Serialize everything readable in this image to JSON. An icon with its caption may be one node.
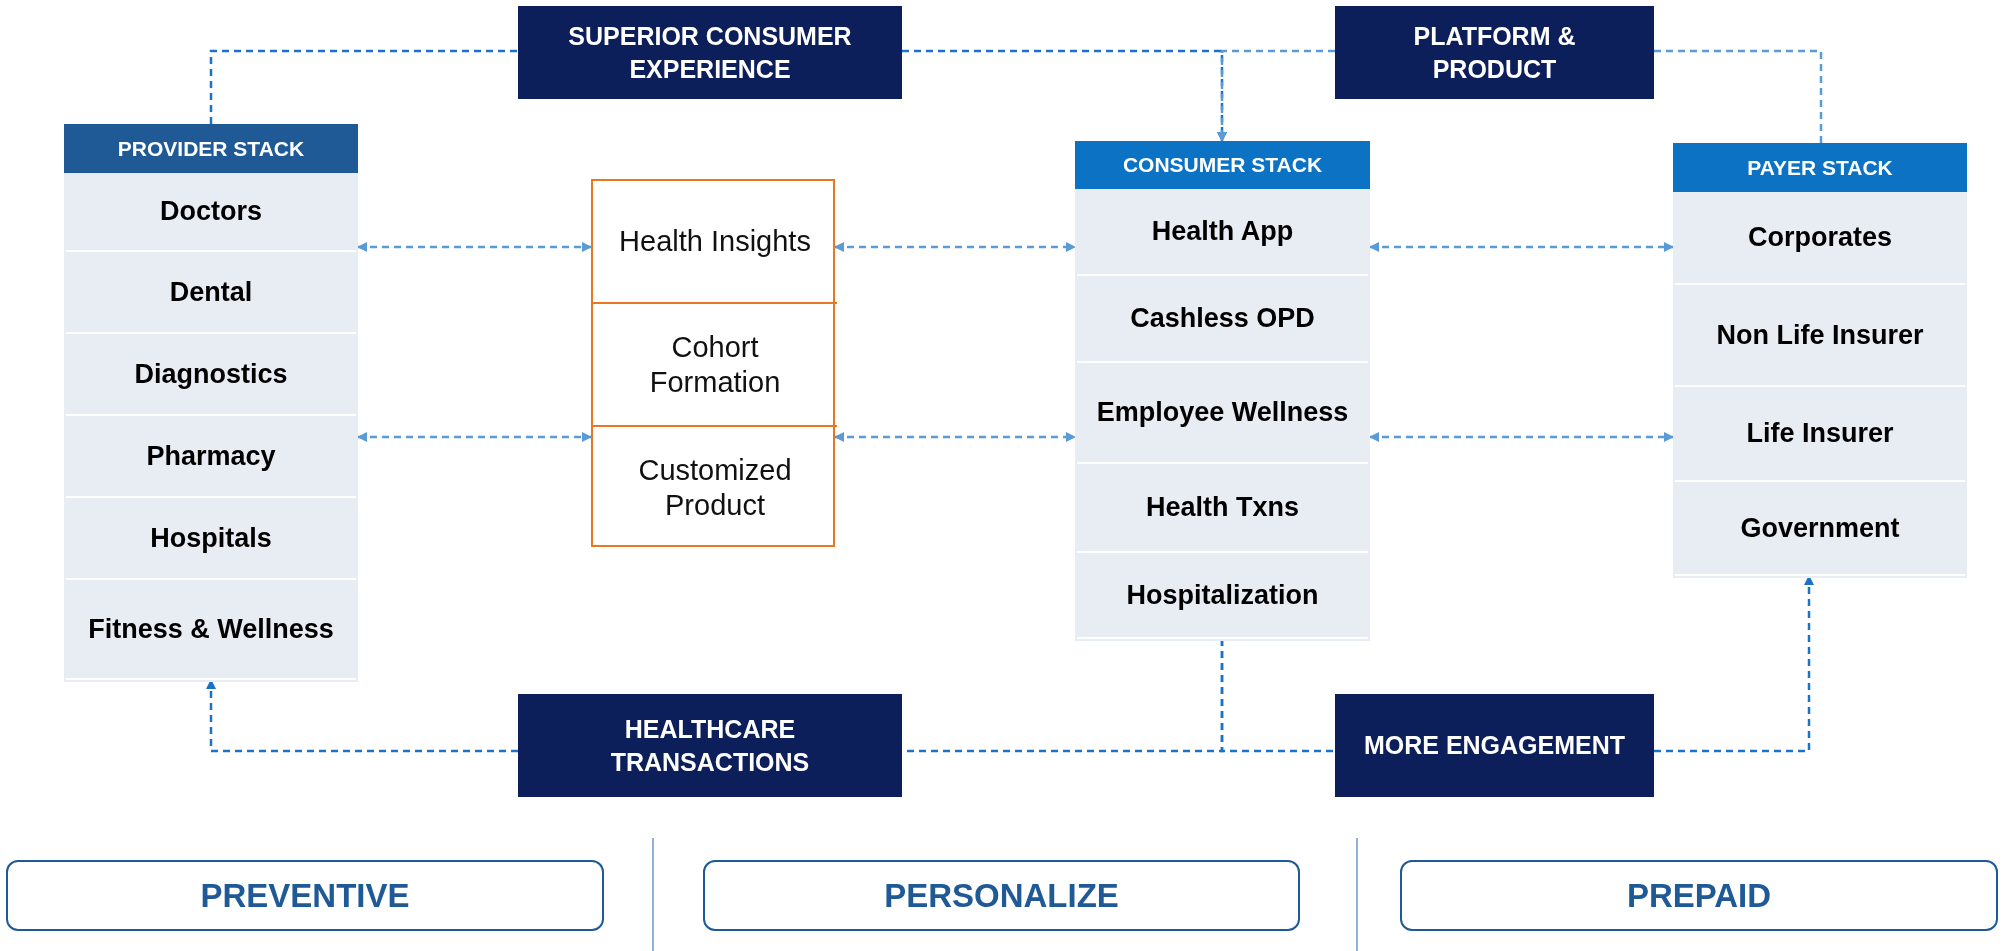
{
  "diagram": {
    "nodes": [
      {
        "text": [
          "PROVIDER STACK"
        ]
      },
      {
        "text": [
          "Doctors"
        ],
        "in": 0
      },
      {
        "text": [
          "Dental"
        ],
        "in": 0
      },
      {
        "text": [
          "Diagnostics"
        ],
        "in": 0
      },
      {
        "text": [
          "Pharmacy"
        ],
        "in": 0
      },
      {
        "text": [
          "Hospitals"
        ],
        "in": 0
      },
      {
        "text": [
          "Fitness & Wellness"
        ],
        "in": 0
      },
      {
        "text": [],
        "shape": "box"
      },
      {
        "text": [
          "Health Insights"
        ],
        "in": 7
      },
      {
        "text": [
          "Cohort Formation"
        ],
        "in": 7
      },
      {
        "text": [
          "Customized Product"
        ],
        "in": 7
      },
      {
        "text": [
          "CONSUMER STACK"
        ]
      },
      {
        "text": [
          "Health App"
        ],
        "in": 11
      },
      {
        "text": [
          "Cashless OPD"
        ],
        "in": 11
      },
      {
        "text": [
          "Employee Wellness"
        ],
        "in": 11
      },
      {
        "text": [
          "Health Txns"
        ],
        "in": 11
      },
      {
        "text": [
          "Hospitalization"
        ],
        "in": 11
      },
      {
        "text": [
          "PAYER STACK"
        ]
      },
      {
        "text": [
          "Corporates"
        ],
        "in": 17
      },
      {
        "text": [
          "Non Life Insurer"
        ],
        "in": 17
      },
      {
        "text": [
          "Life Insurer"
        ],
        "in": 17
      },
      {
        "text": [
          "Government"
        ],
        "in": 17
      },
      {
        "text": [
          "SUPERIOR CONSUMER EXPERIENCE"
        ]
      },
      {
        "text": [
          "PLATFORM & PRODUCT"
        ]
      },
      {
        "text": [
          "HEALTHCARE TRANSACTIONS"
        ]
      },
      {
        "text": [
          "MORE ENGAGEMENT"
        ]
      },
      {
        "text": [
          "PREVENTIVE"
        ]
      },
      {
        "text": [
          "PERSONALIZE"
        ]
      },
      {
        "text": [
          "PREPAID"
        ]
      }
    ],
    "edges": [
      {
        "from": 0,
        "to": 7,
        "arrow": "both",
        "style": "dashed"
      },
      {
        "from": 0,
        "to": 7,
        "arrow": "both",
        "style": "dashed"
      },
      {
        "from": 7,
        "to": 11,
        "arrow": "both",
        "style": "dashed"
      },
      {
        "from": 7,
        "to": 11,
        "arrow": "both",
        "style": "dashed"
      },
      {
        "from": 11,
        "to": 17,
        "arrow": "both",
        "style": "dashed"
      },
      {
        "from": 11,
        "to": 17,
        "arrow": "both",
        "style": "dashed"
      },
      {
        "from": 0,
        "to": 22,
        "arrow": "none",
        "style": "dashed",
        "color": "#1a73c8"
      },
      {
        "from": 22,
        "to": 11,
        "arrow": "to",
        "style": "dashed",
        "color": "#1a73c8"
      },
      {
        "from": 23,
        "to": 11,
        "arrow": "to",
        "style": "dashed"
      },
      {
        "from": 17,
        "to": 23,
        "arrow": "none",
        "style": "dashed"
      },
      {
        "from": 11,
        "to": 24,
        "arrow": "none",
        "style": "dashed",
        "color": "#1a73c8"
      },
      {
        "from": 24,
        "to": 0,
        "arrow": "to",
        "style": "dashed",
        "color": "#1a73c8"
      },
      {
        "from": 11,
        "to": 25,
        "arrow": "none",
        "style": "dashed",
        "color": "#1a73c8"
      },
      {
        "from": 25,
        "to": 17,
        "arrow": "to",
        "style": "dashed",
        "color": "#1a73c8"
      }
    ]
  }
}
